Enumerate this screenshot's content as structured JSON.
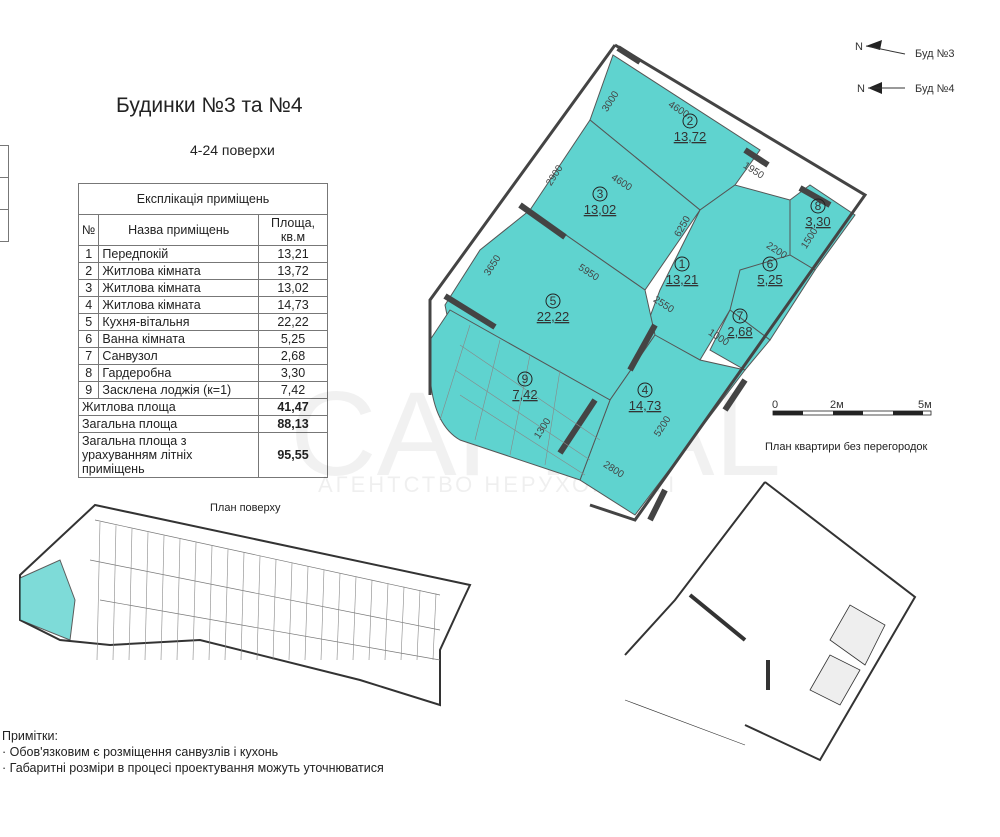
{
  "header": {
    "title": "Будинки №3 та №4",
    "floors": "4-24 поверхи"
  },
  "explication": {
    "caption": "Експлікація приміщень",
    "columns": [
      "№",
      "Назва приміщень",
      "Площа, кв.м"
    ],
    "rows": [
      {
        "no": "1",
        "name": "Передпокій",
        "area": "13,21"
      },
      {
        "no": "2",
        "name": "Житлова кімната",
        "area": "13,72"
      },
      {
        "no": "3",
        "name": "Житлова кімната",
        "area": "13,02"
      },
      {
        "no": "4",
        "name": "Житлова кімната",
        "area": "14,73"
      },
      {
        "no": "5",
        "name": "Кухня-вітальня",
        "area": "22,22"
      },
      {
        "no": "6",
        "name": "Ванна кімната",
        "area": "5,25"
      },
      {
        "no": "7",
        "name": "Санвузол",
        "area": "2,68"
      },
      {
        "no": "8",
        "name": "Гардеробна",
        "area": "3,30"
      },
      {
        "no": "9",
        "name": "Засклена лоджія (к=1)",
        "area": "7,42"
      }
    ],
    "totals": [
      {
        "label": "Житлова площа",
        "value": "41,47"
      },
      {
        "label": "Загальна площа",
        "value": "88,13"
      },
      {
        "label": "Загальна площа з урахуванням літніх приміщень",
        "value": "95,55"
      }
    ]
  },
  "plan": {
    "fill_color": "#5fd3cf",
    "rooms": [
      {
        "no": "1",
        "area": "13,21"
      },
      {
        "no": "2",
        "area": "13,72"
      },
      {
        "no": "3",
        "area": "13,02"
      },
      {
        "no": "4",
        "area": "14,73"
      },
      {
        "no": "5",
        "area": "22,22"
      },
      {
        "no": "6",
        "area": "5,25"
      },
      {
        "no": "7",
        "area": "2,68"
      },
      {
        "no": "8",
        "area": "3,30"
      },
      {
        "no": "9",
        "area": "7,42"
      }
    ],
    "dimensions": [
      "3000",
      "4600",
      "2900",
      "4600",
      "1950",
      "6250",
      "1500",
      "2200",
      "3650",
      "5950",
      "2550",
      "1000",
      "1300",
      "5200",
      "2800"
    ]
  },
  "compass": [
    {
      "label": "N",
      "building": "Буд №3"
    },
    {
      "label": "N",
      "building": "Буд №4"
    }
  ],
  "scale": {
    "ticks": [
      "0",
      "2м",
      "5м"
    ],
    "caption": "План квартири без перегородок"
  },
  "floor_plan": {
    "title": "План поверху"
  },
  "notes": {
    "title": "Примітки:",
    "items": [
      "Обов'язковим є розміщення санвузлів і кухонь",
      "Габаритні розміри в процесі проектування можуть уточнюватися"
    ]
  },
  "watermark": {
    "brand": "CAPITAL",
    "tagline": "АГЕНТСТВО НЕРУХОМОСТІ"
  }
}
